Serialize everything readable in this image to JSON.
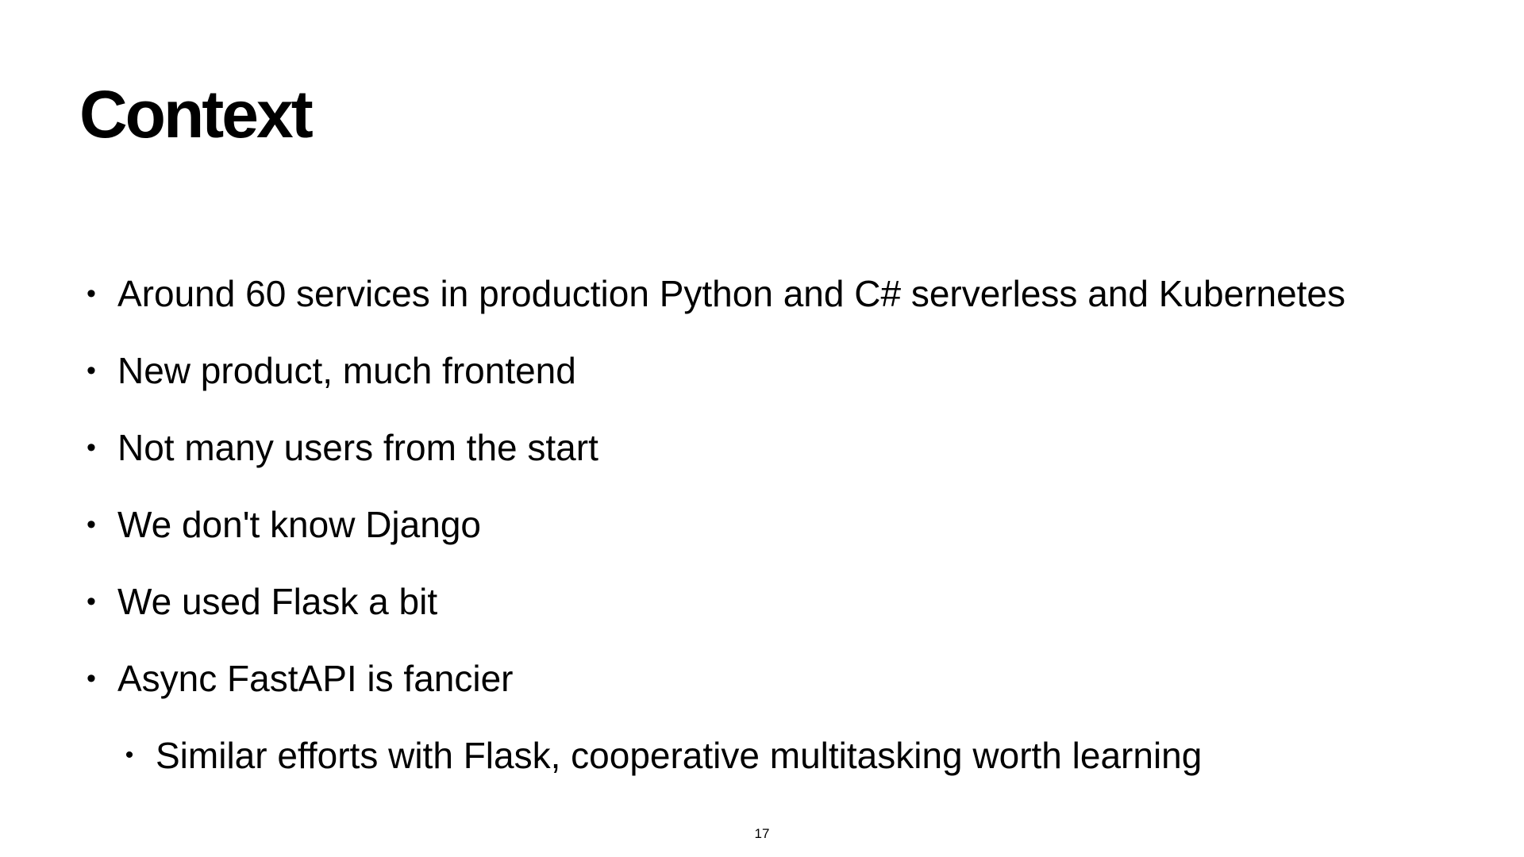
{
  "slide": {
    "title": "Context",
    "bullets": [
      {
        "text": "Around 60 services in production Python and C# serverless and Kubernetes",
        "level": 1
      },
      {
        "text": "New product, much frontend",
        "level": 1
      },
      {
        "text": "Not many users from the start",
        "level": 1
      },
      {
        "text": "We don't know Django",
        "level": 1
      },
      {
        "text": "We used Flask a bit",
        "level": 1
      },
      {
        "text": "Async FastAPI is fancier",
        "level": 1
      },
      {
        "text": "Similar efforts with Flask, cooperative multitasking worth learning",
        "level": 2
      }
    ],
    "bullet_glyph": "•",
    "page_number": "17"
  }
}
